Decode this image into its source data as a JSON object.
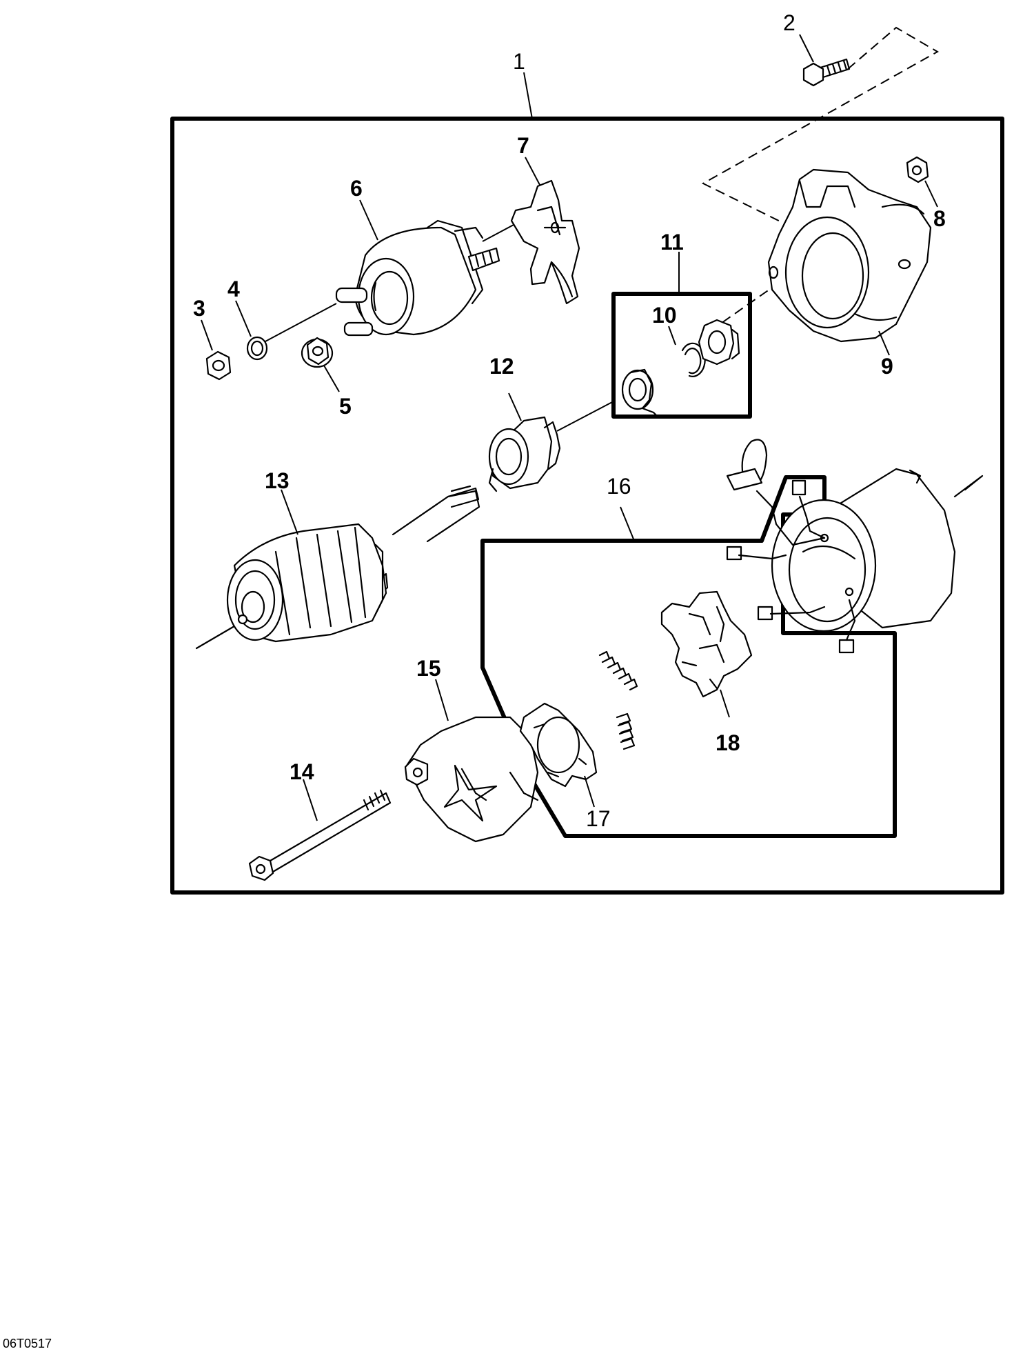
{
  "figure_reference": "06T0517",
  "callouts": [
    {
      "id": "c1",
      "label": "1"
    },
    {
      "id": "c2",
      "label": "2"
    },
    {
      "id": "c3",
      "label": "3"
    },
    {
      "id": "c4",
      "label": "4"
    },
    {
      "id": "c5",
      "label": "5"
    },
    {
      "id": "c6",
      "label": "6"
    },
    {
      "id": "c7",
      "label": "7"
    },
    {
      "id": "c8",
      "label": "8"
    },
    {
      "id": "c9",
      "label": "9"
    },
    {
      "id": "c10",
      "label": "10"
    },
    {
      "id": "c11",
      "label": "11"
    },
    {
      "id": "c12",
      "label": "12"
    },
    {
      "id": "c13",
      "label": "13"
    },
    {
      "id": "c14",
      "label": "14"
    },
    {
      "id": "c15",
      "label": "15"
    },
    {
      "id": "c16",
      "label": "16"
    },
    {
      "id": "c17",
      "label": "17"
    },
    {
      "id": "c18",
      "label": "18"
    }
  ]
}
